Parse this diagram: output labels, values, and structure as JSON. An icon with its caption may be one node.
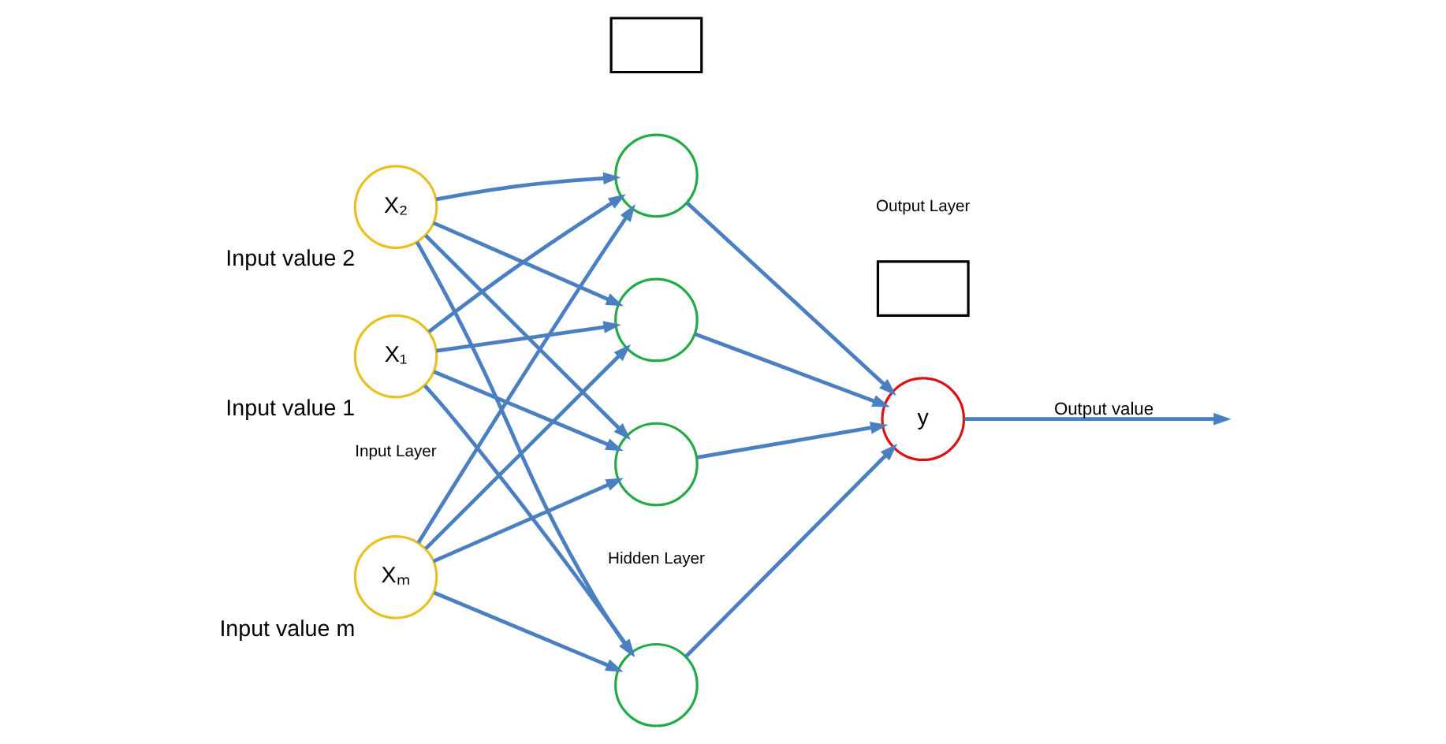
{
  "diagram": {
    "nodes": [
      {
        "text": [
          "X₁"
        ],
        "beside": [
          "Input value 1"
        ]
      },
      {
        "text": [
          "X₂"
        ],
        "beside": [
          "Input value 2"
        ]
      },
      {
        "text": [
          "Xₘ"
        ],
        "beside": [
          "Input value m"
        ]
      },
      {
        "text": [],
        "shape": "circle"
      },
      {
        "text": [],
        "shape": "circle"
      },
      {
        "text": [],
        "shape": "circle"
      },
      {
        "text": [],
        "shape": "circle"
      },
      {
        "text": [
          "y"
        ]
      },
      {
        "text": [],
        "shape": "box"
      },
      {
        "text": [],
        "shape": "box"
      }
    ],
    "edges": [
      {
        "from": 0,
        "to": 3,
        "arrow": "to"
      },
      {
        "from": 0,
        "to": 4,
        "arrow": "to"
      },
      {
        "from": 0,
        "to": 5,
        "arrow": "to"
      },
      {
        "from": 0,
        "to": 6,
        "arrow": "to"
      },
      {
        "from": 1,
        "to": 3,
        "arrow": "to"
      },
      {
        "from": 1,
        "to": 4,
        "arrow": "to"
      },
      {
        "from": 1,
        "to": 5,
        "arrow": "to"
      },
      {
        "from": 1,
        "to": 6,
        "arrow": "to"
      },
      {
        "from": 2,
        "to": 3,
        "arrow": "to"
      },
      {
        "from": 2,
        "to": 4,
        "arrow": "to"
      },
      {
        "from": 2,
        "to": 5,
        "arrow": "to"
      },
      {
        "from": 2,
        "to": 6,
        "arrow": "to"
      },
      {
        "from": 3,
        "to": 7,
        "arrow": "to"
      },
      {
        "from": 4,
        "to": 7,
        "arrow": "to"
      },
      {
        "from": 5,
        "to": 7,
        "arrow": "to"
      },
      {
        "from": 6,
        "to": 7,
        "arrow": "to"
      },
      {
        "from": 7,
        "to": null,
        "arrow": "to",
        "label": "Output value"
      }
    ],
    "labels": [
      "Input Layer",
      "Hidden Layer",
      "Output Layer"
    ]
  }
}
